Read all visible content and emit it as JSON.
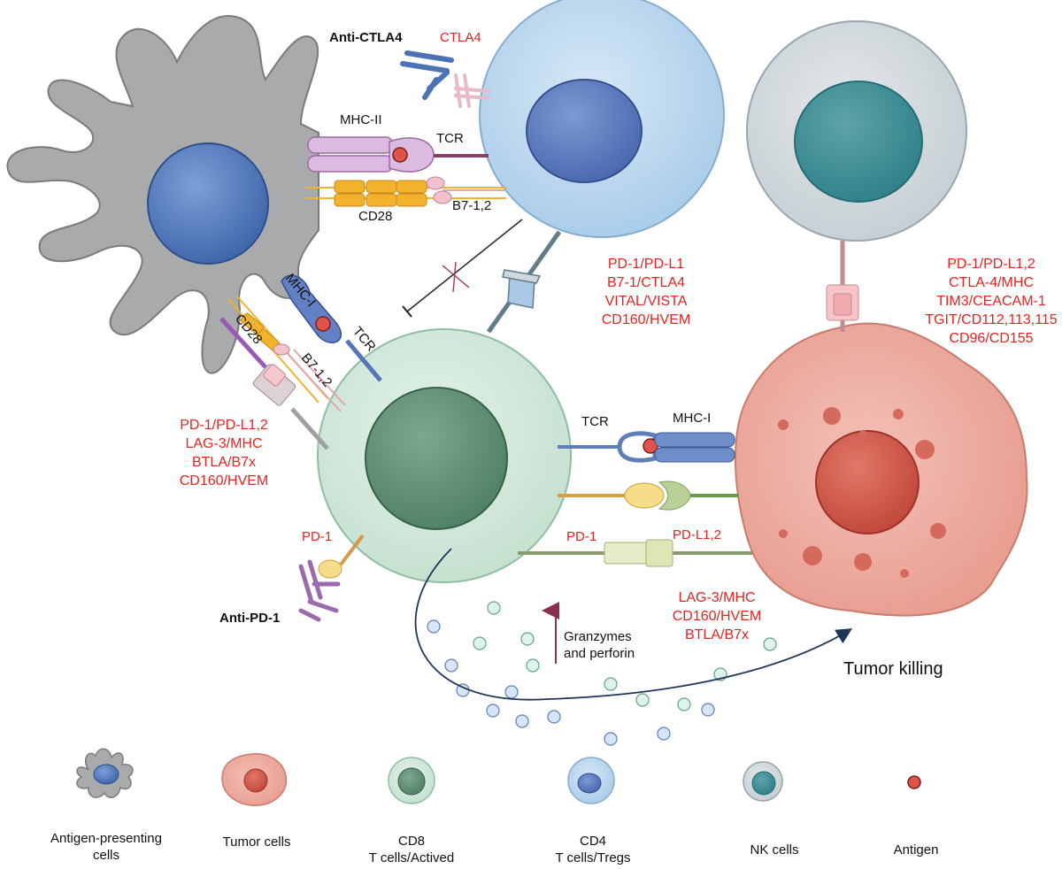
{
  "labels": {
    "anti_ctla4": "Anti-CTLA4",
    "ctla4": "CTLA4",
    "mhc2": "MHC-II",
    "tcr_top": "TCR",
    "cd28_top": "CD28",
    "b7_top": "B7-1,2",
    "mhc1_left": "MHC-I",
    "tcr_left": "TCR",
    "cd28_left": "CD28",
    "b7_left": "B7-1,2",
    "tcr_right": "TCR",
    "mhc1_right": "MHC-I",
    "pd1_left": "PD-1",
    "pd1_right": "PD-1",
    "pdl12": "PD-L1,2",
    "anti_pd1": "Anti-PD-1",
    "granzymes_1": "Granzymes",
    "granzymes_2": "and perforin",
    "tumor_killing": "Tumor killing"
  },
  "checkpoint_groups": {
    "cd4_cd8": [
      "PD-1/PD-L1",
      "B7-1/CTLA4",
      "VITAL/VISTA",
      "CD160/HVEM"
    ],
    "nk_tumor": [
      "PD-1/PD-L1,2",
      "CTLA-4/MHC",
      "TIM3/CEACAM-1",
      "TGIT/CD112,113,115",
      "CD96/CD155"
    ],
    "apc_cd8": [
      "PD-1/PD-L1,2",
      "LAG-3/MHC",
      "BTLA/B7x",
      "CD160/HVEM"
    ],
    "cd8_tumor": [
      "LAG-3/MHC",
      "CD160/HVEM",
      "BTLA/B7x"
    ]
  },
  "legend": [
    {
      "icon": "apc-icon",
      "line1": "Antigen-presenting",
      "line2": "cells"
    },
    {
      "icon": "tumor-cell-icon",
      "line1": "Tumor cells",
      "line2": ""
    },
    {
      "icon": "cd8-cell-icon",
      "line1": "CD8",
      "line2": "T cells/Actived"
    },
    {
      "icon": "cd4-cell-icon",
      "line1": "CD4",
      "line2": "T cells/Tregs"
    },
    {
      "icon": "nk-cell-icon",
      "line1": "NK cells",
      "line2": ""
    },
    {
      "icon": "antigen-icon",
      "line1": "Antigen",
      "line2": ""
    }
  ],
  "colors": {
    "label_red": "#e8221e",
    "apc_gray": "#a9aaac",
    "cd4_blue": "#bcd8ef",
    "cd8_green": "#d6ebe0",
    "nk_gray": "#d3d9dc",
    "tumor_pink": "#eba89c",
    "antigen_red": "#e0534a"
  }
}
